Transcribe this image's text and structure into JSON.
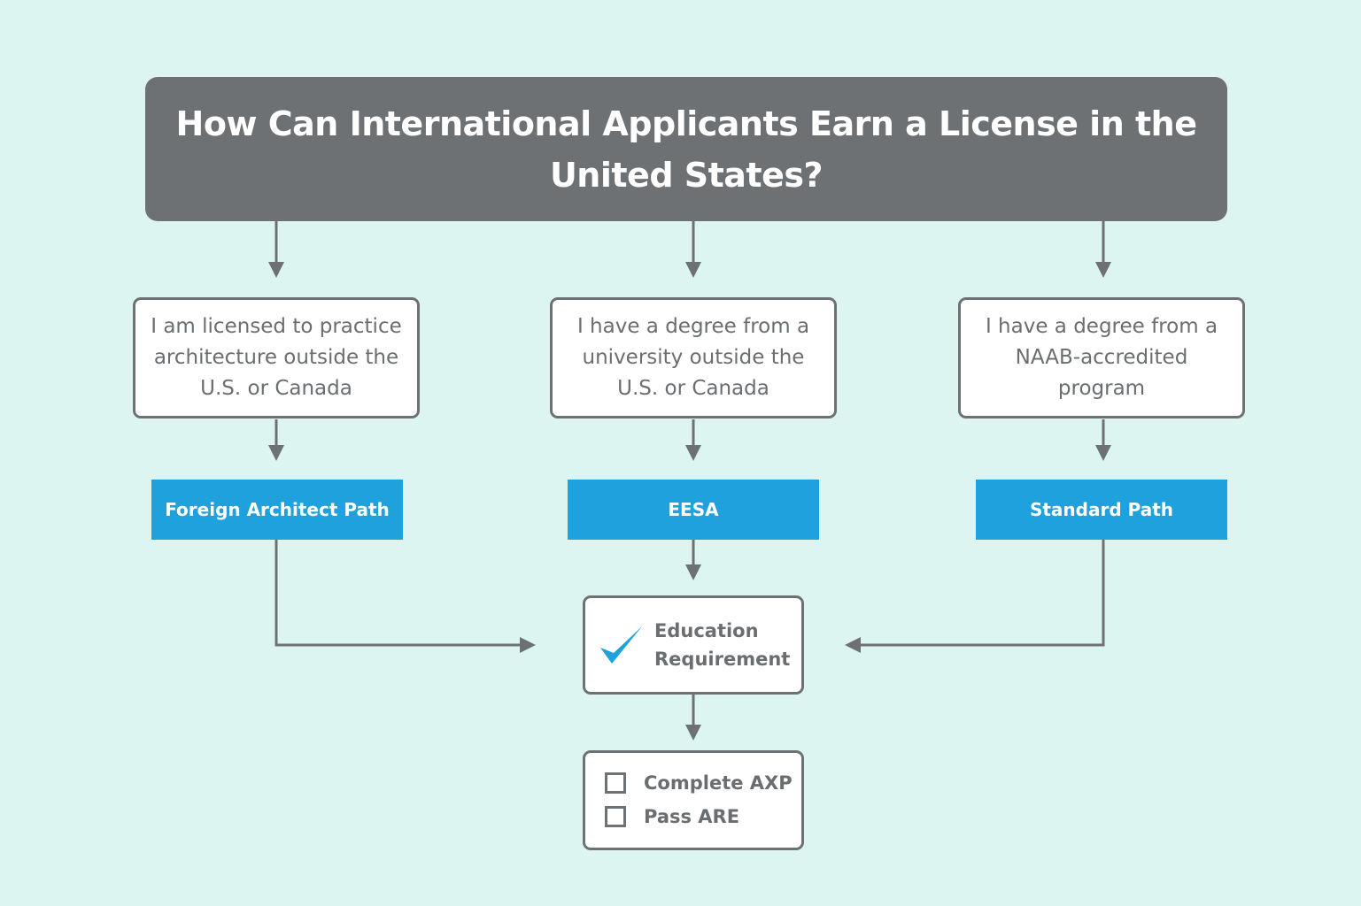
{
  "title": "How Can International Applicants Earn a License in the United States?",
  "questions": [
    "I am licensed to practice architecture outside the U.S. or Canada",
    "I have a degree from a university outside the U.S. or Canada",
    "I have a degree from a NAAB-accredited program"
  ],
  "paths": [
    "Foreign Architect Path",
    "EESA",
    "Standard Path"
  ],
  "education": {
    "line1": "Education",
    "line2": "Requirement"
  },
  "final": [
    "Complete AXP",
    "Pass ARE"
  ],
  "colors": {
    "background": "#dcf5f1",
    "header": "#6e7173",
    "accent": "#1ea1dc"
  }
}
